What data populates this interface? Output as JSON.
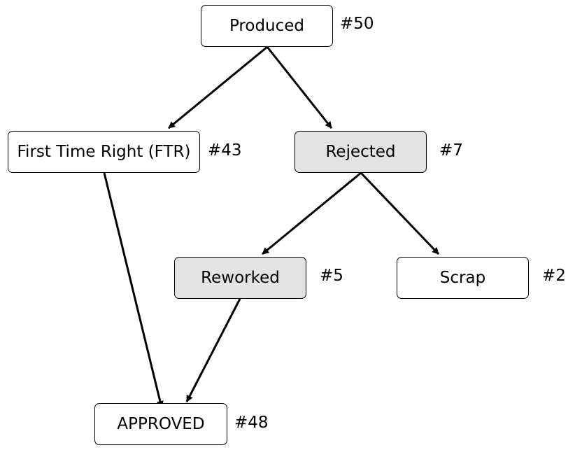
{
  "colors": {
    "node_fill": "#ffffff",
    "node_fill_highlight": "#e3e3e3",
    "stroke": "#000000",
    "text": "#000000"
  },
  "nodes": {
    "produced": {
      "label": "Produced",
      "count": "#50",
      "highlighted": false
    },
    "ftr": {
      "label": "First Time Right (FTR)",
      "count": "#43",
      "highlighted": false
    },
    "rejected": {
      "label": "Rejected",
      "count": "#7",
      "highlighted": true
    },
    "reworked": {
      "label": "Reworked",
      "count": "#5",
      "highlighted": true
    },
    "scrap": {
      "label": "Scrap",
      "count": "#2",
      "highlighted": false
    },
    "approved": {
      "label": "APPROVED",
      "count": "#48",
      "highlighted": false
    }
  },
  "edges": [
    {
      "from": "produced",
      "to": "ftr"
    },
    {
      "from": "produced",
      "to": "rejected"
    },
    {
      "from": "rejected",
      "to": "reworked"
    },
    {
      "from": "rejected",
      "to": "scrap"
    },
    {
      "from": "ftr",
      "to": "approved"
    },
    {
      "from": "reworked",
      "to": "approved"
    }
  ]
}
